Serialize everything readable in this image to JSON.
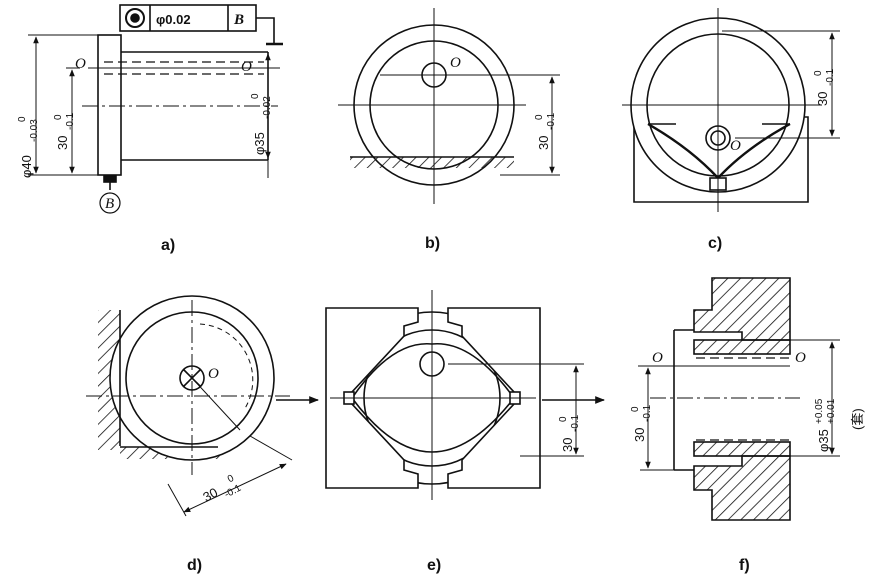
{
  "panels": {
    "a": {
      "caption": "a)",
      "tolerance_value": "φ0.02",
      "datum_ref": "B",
      "datum_label": "B",
      "center_left": "O",
      "center_right": "O",
      "dim_d40": "φ40",
      "dim_d40_up": "0",
      "dim_d40_low": "-0.03",
      "dim_h30": "30",
      "dim_h30_up": "0",
      "dim_h30_low": "-0.1",
      "dim_d35": "φ35",
      "dim_d35_up": "0",
      "dim_d35_low": "-0.02"
    },
    "b": {
      "caption": "b)",
      "center": "O",
      "dim": "30",
      "dim_up": "0",
      "dim_low": "-0.1"
    },
    "c": {
      "caption": "c)",
      "center": "O",
      "dim": "30",
      "dim_up": "0",
      "dim_low": "-0.1"
    },
    "d": {
      "caption": "d)",
      "center": "O",
      "dim": "30",
      "dim_up": "0",
      "dim_low": "-0.1"
    },
    "e": {
      "caption": "e)",
      "dim": "30",
      "dim_up": "0",
      "dim_low": "-0.1"
    },
    "f": {
      "caption": "f)",
      "center_left": "O",
      "center_right": "O",
      "dim_h30": "30",
      "dim_h30_up": "0",
      "dim_h30_low": "-0.1",
      "dim_d35": "φ35",
      "dim_d35_up": "+0.05",
      "dim_d35_low": "+0.01",
      "note": "(套)"
    }
  }
}
